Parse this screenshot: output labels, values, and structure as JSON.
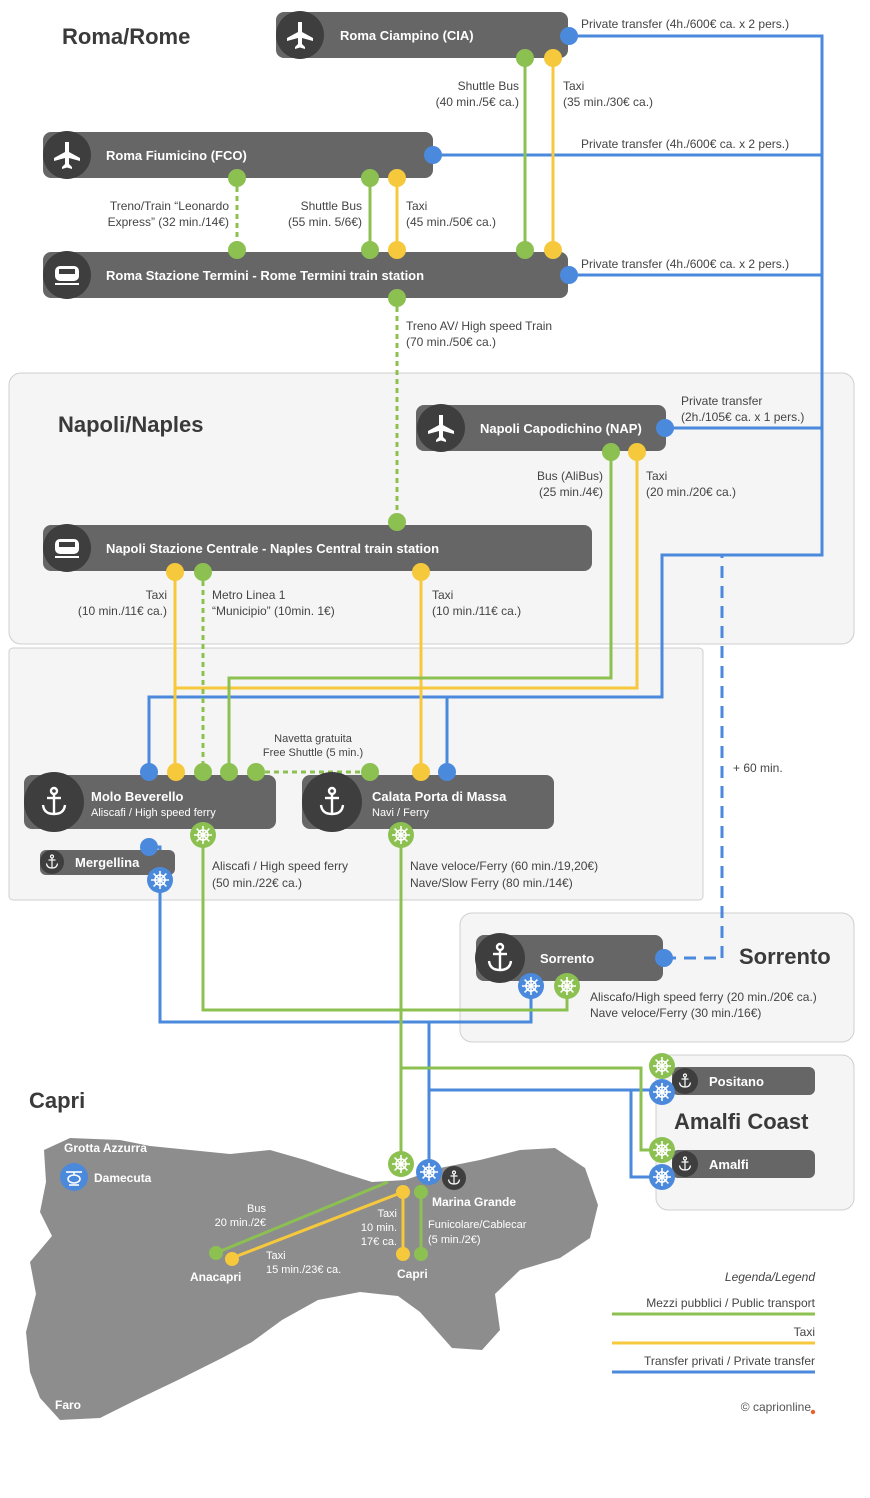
{
  "regions": {
    "rome": "Roma/Rome",
    "naples": "Napoli/Naples",
    "sorrento": "Sorrento",
    "amalfi_coast": "Amalfi Coast",
    "capri": "Capri"
  },
  "stations": {
    "ciampino": "Roma Ciampino (CIA)",
    "fiumicino": "Roma Fiumicino (FCO)",
    "termini": "Roma Stazione Termini - Rome Termini train station",
    "capodichino": "Napoli Capodichino (NAP)",
    "napoli_centrale": "Napoli Stazione Centrale - Naples Central train station",
    "beverello": "Molo Beverello",
    "beverello_sub": "Aliscafi / High speed ferry",
    "massa": "Calata Porta di Massa",
    "massa_sub": "Navi / Ferry",
    "mergellina": "Mergellina",
    "sorrento": "Sorrento",
    "positano": "Positano",
    "amalfi": "Amalfi"
  },
  "routes": {
    "cia_transfer": "Private transfer (4h./600€ ca. x 2 pers.)",
    "cia_bus_1": "Shuttle Bus",
    "cia_bus_2": "(40 min./5€ ca.)",
    "cia_taxi_1": "Taxi",
    "cia_taxi_2": "(35 min./30€ ca.)",
    "fco_transfer": "Private transfer (4h./600€ ca. x 2 pers.)",
    "fco_train_1": "Treno/Train “Leonardo",
    "fco_train_2": "Express”  (32 min./14€)",
    "fco_bus_1": "Shuttle Bus",
    "fco_bus_2": "(55 min. 5/6€)",
    "fco_taxi_1": "Taxi",
    "fco_taxi_2": "(45 min./50€ ca.)",
    "termini_transfer": "Private transfer (4h./600€ ca. x 2 pers.)",
    "hs_train_1": "Treno AV/ High speed Train",
    "hs_train_2": "(70 min./50€ ca.)",
    "nap_transfer_1": "Private transfer",
    "nap_transfer_2": "(2h./105€ ca. x 1 pers.)",
    "nap_bus_1": "Bus (AliBus)",
    "nap_bus_2": "(25 min./4€)",
    "nap_taxi_1": "Taxi",
    "nap_taxi_2": "(20 min./20€ ca.)",
    "nc_taxi_left_1": "Taxi",
    "nc_taxi_left_2": "(10 min./11€ ca.)",
    "metro_1": "Metro Linea 1",
    "metro_2": "“Municipio” (10min. 1€)",
    "nc_taxi_right_1": "Taxi",
    "nc_taxi_right_2": "(10 min./11€ ca.)",
    "shuttle_1": "Navetta gratuita",
    "shuttle_2": "Free Shuttle (5 min.)",
    "sixty_min": "+ 60 min.",
    "bev_ferry_1": "Aliscafi / High speed ferry",
    "bev_ferry_2": "(50 min./22€ ca.)",
    "massa_ferry_1": "Nave veloce/Ferry (60 min./19,20€)",
    "massa_ferry_2": "Nave/Slow Ferry (80 min./14€)",
    "sorr_ferry_1": "Aliscafo/High speed ferry (20 min./20€ ca.)",
    "sorr_ferry_2": "Nave veloce/Ferry (30 min./16€)"
  },
  "capri_places": {
    "grotta": "Grotta Azzurra",
    "damecuta": "Damecuta",
    "marina_grande": "Marina Grande",
    "anacapri": "Anacapri",
    "capri": "Capri",
    "faro": "Faro",
    "bus_1": "Bus",
    "bus_2": "20 min./2€",
    "taxi_ana_1": "Taxi",
    "taxi_ana_2": "15 min./23€ ca.",
    "taxi_cap_1": "Taxi",
    "taxi_cap_2": "10 min.",
    "taxi_cap_3": "17€ ca.",
    "funi_1": "Funicolare/Cablecar",
    "funi_2": "(5 min./2€)"
  },
  "legend": {
    "title": "Legenda/Legend",
    "public": "Mezzi pubblici / Public transport",
    "taxi": "Taxi",
    "private": "Transfer privati / Private transfer"
  },
  "brand": "© caprionline",
  "colors": {
    "public_transport": "#8cc152",
    "taxi": "#f6c83c",
    "private_transfer": "#4a89dc",
    "station_pill": "#666666",
    "icon_circle": "#3e3e3e",
    "panel": "#f5f5f5",
    "island": "#8d8d8d"
  },
  "icons": [
    "airplane-icon",
    "train-icon",
    "anchor-icon",
    "ship-wheel-icon",
    "helicopter-icon"
  ]
}
